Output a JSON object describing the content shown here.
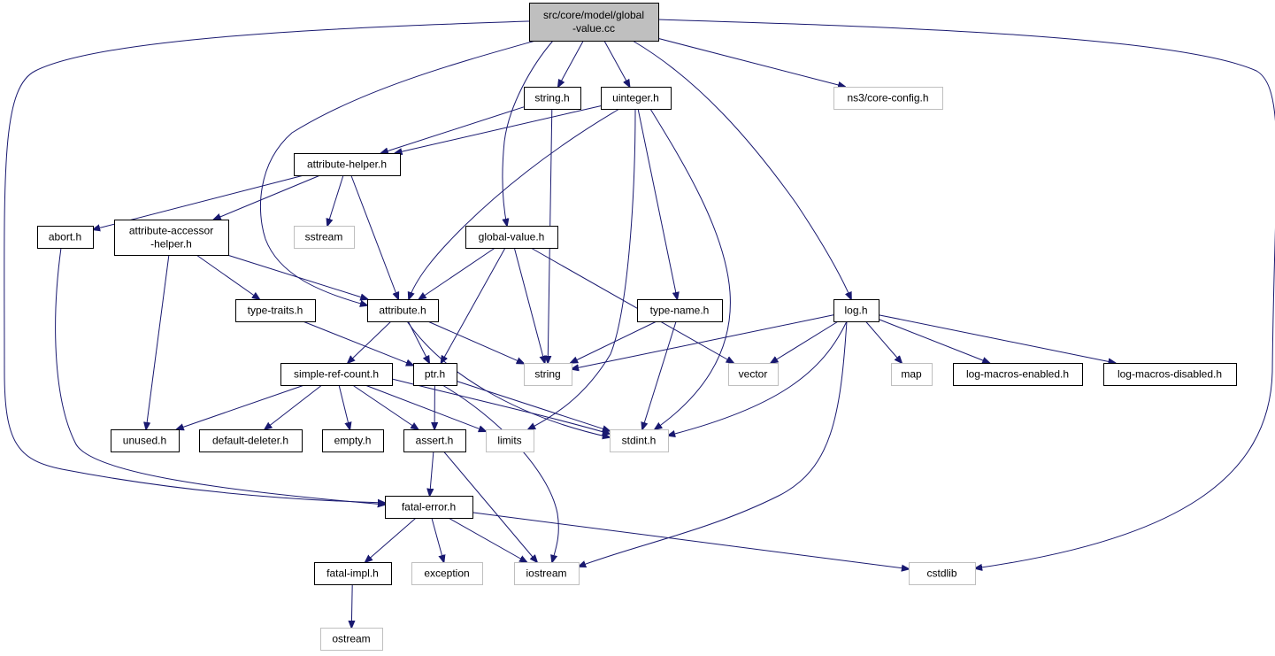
{
  "diagram": {
    "colors": {
      "edge": "#191970",
      "root_fill": "#bfbfbf",
      "node_border": "#000000",
      "system_border": "#bfbfbf",
      "background": "#ffffff"
    },
    "nodes": [
      {
        "id": "root",
        "lines": [
          "src/core/model/global",
          "-value.cc"
        ],
        "kind": "root"
      },
      {
        "id": "string_h",
        "lines": [
          "string.h"
        ],
        "kind": "header"
      },
      {
        "id": "uinteger_h",
        "lines": [
          "uinteger.h"
        ],
        "kind": "header"
      },
      {
        "id": "ns3_core_config_h",
        "lines": [
          "ns3/core-config.h"
        ],
        "kind": "system"
      },
      {
        "id": "attribute_helper_h",
        "lines": [
          "attribute-helper.h"
        ],
        "kind": "header"
      },
      {
        "id": "abort_h",
        "lines": [
          "abort.h"
        ],
        "kind": "header"
      },
      {
        "id": "attribute_accessor_helper_h",
        "lines": [
          "attribute-accessor",
          "-helper.h"
        ],
        "kind": "header"
      },
      {
        "id": "sstream",
        "lines": [
          "sstream"
        ],
        "kind": "system"
      },
      {
        "id": "global_value_h",
        "lines": [
          "global-value.h"
        ],
        "kind": "header"
      },
      {
        "id": "type_traits_h",
        "lines": [
          "type-traits.h"
        ],
        "kind": "header"
      },
      {
        "id": "attribute_h",
        "lines": [
          "attribute.h"
        ],
        "kind": "header"
      },
      {
        "id": "type_name_h",
        "lines": [
          "type-name.h"
        ],
        "kind": "header"
      },
      {
        "id": "log_h",
        "lines": [
          "log.h"
        ],
        "kind": "header"
      },
      {
        "id": "simple_ref_count_h",
        "lines": [
          "simple-ref-count.h"
        ],
        "kind": "header"
      },
      {
        "id": "ptr_h",
        "lines": [
          "ptr.h"
        ],
        "kind": "header"
      },
      {
        "id": "string",
        "lines": [
          "string"
        ],
        "kind": "system"
      },
      {
        "id": "vector",
        "lines": [
          "vector"
        ],
        "kind": "system"
      },
      {
        "id": "map",
        "lines": [
          "map"
        ],
        "kind": "system"
      },
      {
        "id": "log_macros_enabled_h",
        "lines": [
          "log-macros-enabled.h"
        ],
        "kind": "header"
      },
      {
        "id": "log_macros_disabled_h",
        "lines": [
          "log-macros-disabled.h"
        ],
        "kind": "header"
      },
      {
        "id": "unused_h",
        "lines": [
          "unused.h"
        ],
        "kind": "header"
      },
      {
        "id": "default_deleter_h",
        "lines": [
          "default-deleter.h"
        ],
        "kind": "header"
      },
      {
        "id": "empty_h",
        "lines": [
          "empty.h"
        ],
        "kind": "header"
      },
      {
        "id": "assert_h",
        "lines": [
          "assert.h"
        ],
        "kind": "header"
      },
      {
        "id": "limits",
        "lines": [
          "limits"
        ],
        "kind": "system"
      },
      {
        "id": "stdint_h",
        "lines": [
          "stdint.h"
        ],
        "kind": "system"
      },
      {
        "id": "fatal_error_h",
        "lines": [
          "fatal-error.h"
        ],
        "kind": "header"
      },
      {
        "id": "fatal_impl_h",
        "lines": [
          "fatal-impl.h"
        ],
        "kind": "header"
      },
      {
        "id": "exception",
        "lines": [
          "exception"
        ],
        "kind": "system"
      },
      {
        "id": "iostream",
        "lines": [
          "iostream"
        ],
        "kind": "system"
      },
      {
        "id": "cstdlib",
        "lines": [
          "cstdlib"
        ],
        "kind": "system"
      },
      {
        "id": "ostream",
        "lines": [
          "ostream"
        ],
        "kind": "system"
      }
    ],
    "edges": [
      [
        "root",
        "string_h"
      ],
      [
        "root",
        "uinteger_h"
      ],
      [
        "root",
        "ns3_core_config_h"
      ],
      [
        "root",
        "attribute_h"
      ],
      [
        "root",
        "global_value_h"
      ],
      [
        "root",
        "log_h"
      ],
      [
        "root",
        "fatal_error_h"
      ],
      [
        "root",
        "cstdlib"
      ],
      [
        "string_h",
        "attribute_helper_h"
      ],
      [
        "string_h",
        "string"
      ],
      [
        "uinteger_h",
        "attribute_helper_h"
      ],
      [
        "uinteger_h",
        "attribute_h"
      ],
      [
        "uinteger_h",
        "type_name_h"
      ],
      [
        "uinteger_h",
        "limits"
      ],
      [
        "uinteger_h",
        "stdint_h"
      ],
      [
        "attribute_helper_h",
        "abort_h"
      ],
      [
        "attribute_helper_h",
        "attribute_accessor_helper_h"
      ],
      [
        "attribute_helper_h",
        "sstream"
      ],
      [
        "attribute_helper_h",
        "attribute_h"
      ],
      [
        "abort_h",
        "fatal_error_h"
      ],
      [
        "attribute_accessor_helper_h",
        "attribute_h"
      ],
      [
        "attribute_accessor_helper_h",
        "type_traits_h"
      ],
      [
        "attribute_accessor_helper_h",
        "unused_h"
      ],
      [
        "global_value_h",
        "attribute_h"
      ],
      [
        "global_value_h",
        "ptr_h"
      ],
      [
        "global_value_h",
        "string"
      ],
      [
        "global_value_h",
        "vector"
      ],
      [
        "type_traits_h",
        "ptr_h"
      ],
      [
        "attribute_h",
        "string"
      ],
      [
        "attribute_h",
        "ptr_h"
      ],
      [
        "attribute_h",
        "simple_ref_count_h"
      ],
      [
        "attribute_h",
        "stdint_h"
      ],
      [
        "type_name_h",
        "string"
      ],
      [
        "type_name_h",
        "stdint_h"
      ],
      [
        "log_h",
        "string"
      ],
      [
        "log_h",
        "vector"
      ],
      [
        "log_h",
        "map"
      ],
      [
        "log_h",
        "log_macros_enabled_h"
      ],
      [
        "log_h",
        "log_macros_disabled_h"
      ],
      [
        "log_h",
        "stdint_h"
      ],
      [
        "log_h",
        "iostream"
      ],
      [
        "simple_ref_count_h",
        "unused_h"
      ],
      [
        "simple_ref_count_h",
        "default_deleter_h"
      ],
      [
        "simple_ref_count_h",
        "empty_h"
      ],
      [
        "simple_ref_count_h",
        "assert_h"
      ],
      [
        "simple_ref_count_h",
        "limits"
      ],
      [
        "simple_ref_count_h",
        "stdint_h"
      ],
      [
        "ptr_h",
        "assert_h"
      ],
      [
        "ptr_h",
        "stdint_h"
      ],
      [
        "ptr_h",
        "iostream"
      ],
      [
        "assert_h",
        "fatal_error_h"
      ],
      [
        "assert_h",
        "iostream"
      ],
      [
        "fatal_error_h",
        "fatal_impl_h"
      ],
      [
        "fatal_error_h",
        "exception"
      ],
      [
        "fatal_error_h",
        "iostream"
      ],
      [
        "fatal_error_h",
        "cstdlib"
      ],
      [
        "fatal_impl_h",
        "ostream"
      ]
    ]
  }
}
